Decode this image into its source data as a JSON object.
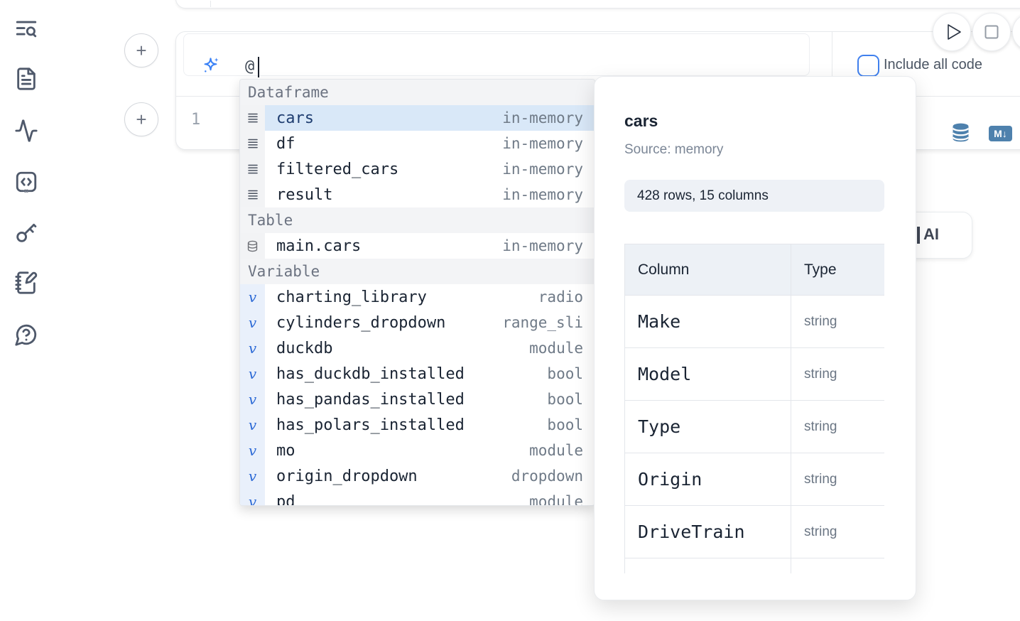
{
  "sidebar": {
    "icons": [
      "table-of-contents-search",
      "file",
      "activity",
      "code-cell",
      "key",
      "scratchpad",
      "help"
    ]
  },
  "prompt": {
    "value": "@",
    "include_all_code_label": "Include all code",
    "include_all_code_checked": false
  },
  "editor": {
    "line_number": "1"
  },
  "cell_actions": {
    "markdown_badge_label": "M↓",
    "database_icon": "database-icon"
  },
  "run_controls": {
    "icons": [
      "run-play-icon",
      "stop-icon",
      "partial-button"
    ]
  },
  "autocomplete": {
    "sections": [
      {
        "label": "Dataframe",
        "items": [
          {
            "name": "cars",
            "detail": "in-memory",
            "icon": "dataframe",
            "selected": true
          },
          {
            "name": "df",
            "detail": "in-memory",
            "icon": "dataframe"
          },
          {
            "name": "filtered_cars",
            "detail": "in-memory",
            "icon": "dataframe"
          },
          {
            "name": "result",
            "detail": "in-memory",
            "icon": "dataframe"
          }
        ]
      },
      {
        "label": "Table",
        "items": [
          {
            "name": "main.cars",
            "detail": "in-memory",
            "icon": "table"
          }
        ]
      },
      {
        "label": "Variable",
        "items": [
          {
            "name": "charting_library",
            "detail": "radio",
            "icon": "variable"
          },
          {
            "name": "cylinders_dropdown",
            "detail": "range_sli",
            "icon": "variable"
          },
          {
            "name": "duckdb",
            "detail": "module",
            "icon": "variable"
          },
          {
            "name": "has_duckdb_installed",
            "detail": "bool",
            "icon": "variable"
          },
          {
            "name": "has_pandas_installed",
            "detail": "bool",
            "icon": "variable"
          },
          {
            "name": "has_polars_installed",
            "detail": "bool",
            "icon": "variable"
          },
          {
            "name": "mo",
            "detail": "module",
            "icon": "variable"
          },
          {
            "name": "origin_dropdown",
            "detail": "dropdown",
            "icon": "variable"
          },
          {
            "name": "pd",
            "detail": "module",
            "icon": "variable"
          }
        ]
      }
    ]
  },
  "popup": {
    "title": "cars",
    "source": "Source: memory",
    "shape": "428 rows, 15 columns",
    "table": {
      "headers": [
        "Column",
        "Type"
      ],
      "rows": [
        [
          "Make",
          "string"
        ],
        [
          "Model",
          "string"
        ],
        [
          "Type",
          "string"
        ],
        [
          "Origin",
          "string"
        ],
        [
          "DriveTrain",
          "string"
        ],
        [
          "",
          ""
        ]
      ]
    }
  },
  "ai_badge": {
    "label": "AI"
  },
  "colors": {
    "accent_blue": "#4080ee",
    "steel_blue": "#4e81ad",
    "selection_blue": "#d9e8f8",
    "variable_blue": "#2e6bd6",
    "border": "#e7e9ec",
    "section_bg": "#f3f4f6",
    "muted_text": "#6b7280"
  }
}
